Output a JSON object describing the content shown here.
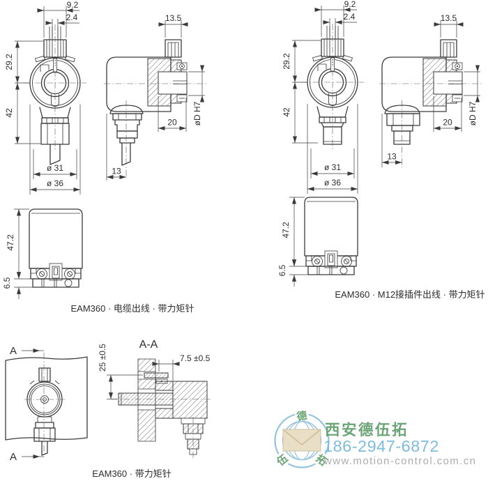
{
  "captions": {
    "cable": "EAM360 · 电缆出线 · 带力矩针",
    "m12": "EAM360 · M12接插件出线 · 带力矩针",
    "torque": "EAM360 · 带力矩针"
  },
  "dims": {
    "left_front": {
      "pin_w": "9.2",
      "pin_inner_w": "2.4",
      "upper_h": "29.2",
      "lower_h": "42",
      "dia_inner": "ø 31",
      "dia_outer": "ø 36"
    },
    "right_front": {
      "pin_w": "9.2",
      "pin_inner_w": "2.4",
      "upper_h": "29.2",
      "lower_h": "42",
      "dia_inner": "ø 31",
      "dia_outer": "ø 36"
    },
    "left_side": {
      "pin_block_w": "13.5",
      "bore_depth": "20",
      "bore_dia": "øD H7",
      "cable_offset": "13"
    },
    "right_side": {
      "pin_block_w": "13.5",
      "bore_depth": "20",
      "bore_dia": "øD H7",
      "conn_offset": "13"
    },
    "left_mount": {
      "body_h": "47.2",
      "clamp_h": "6.5"
    },
    "right_mount": {
      "body_h": "47.2",
      "clamp_h": "6.5"
    },
    "section": {
      "pin_to_axis": "25 ±0.5",
      "pin_depth": "7.5 ±0.5"
    }
  },
  "section_markers": {
    "top": "A",
    "bottom": "A",
    "title": "A-A"
  },
  "watermark": {
    "company": "西安德伍拓",
    "phone": "186-2947-6872",
    "website": "www.motion-control.com.cn",
    "globe_chars": [
      "德",
      "伍",
      "拓"
    ],
    "colors": {
      "company": "#5f9e6a",
      "phone": "#74b7db",
      "website": "#a6a6a6",
      "globe": "#8fc0dd",
      "envelope": "#e8ddc2"
    }
  }
}
